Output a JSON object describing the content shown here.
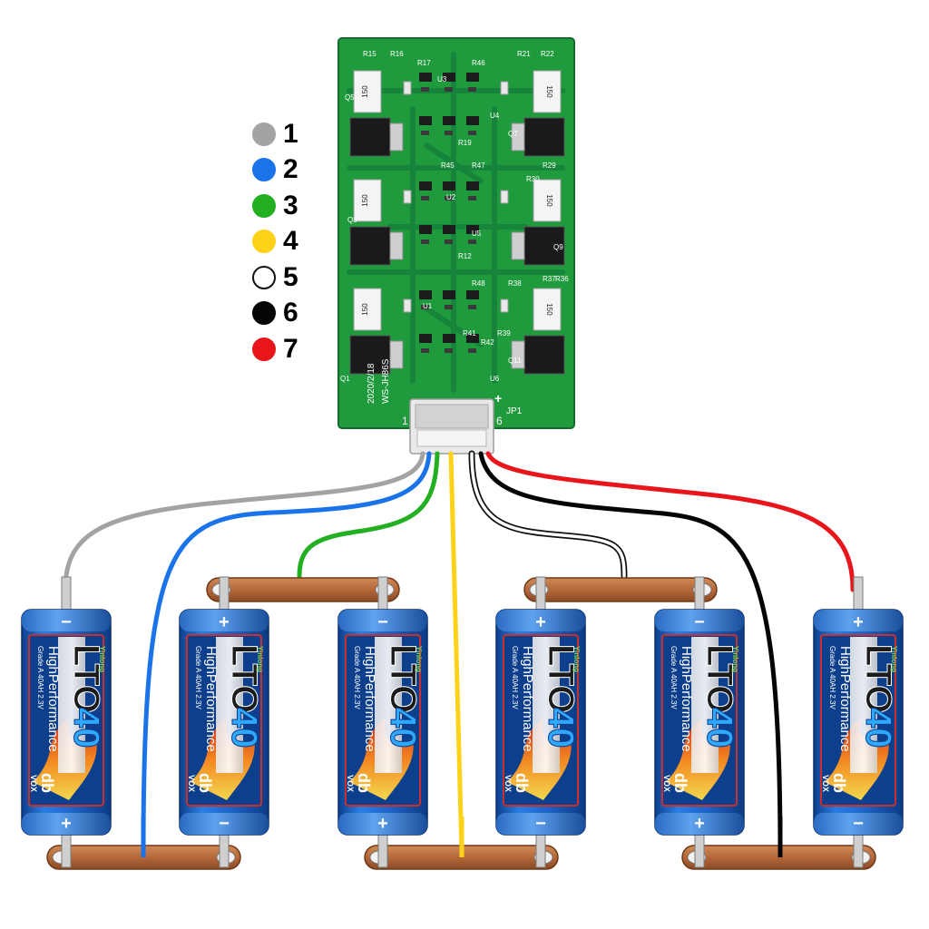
{
  "legend": [
    {
      "label": "1",
      "color": "#a3a3a3",
      "border": "#a3a3a3"
    },
    {
      "label": "2",
      "color": "#1a73e8",
      "border": "#1a73e8"
    },
    {
      "label": "3",
      "color": "#22b022",
      "border": "#22b022"
    },
    {
      "label": "4",
      "color": "#ffd21a",
      "border": "#ffd21a"
    },
    {
      "label": "5",
      "color": "#ffffff",
      "border": "#111111"
    },
    {
      "label": "6",
      "color": "#050505",
      "border": "#050505"
    },
    {
      "label": "7",
      "color": "#e8161b",
      "border": "#e8161b"
    }
  ],
  "board": {
    "silkscreen": {
      "date": "2020/2/18",
      "model": "WS-JH86S",
      "connector": "JP1",
      "pin_first": "1",
      "pin_last": "6",
      "plus": "+",
      "module_labels": [
        "R15",
        "R16",
        "R17",
        "R46",
        "R22",
        "R21",
        "R45",
        "R47",
        "R29",
        "R30",
        "R48",
        "R38",
        "R37",
        "R36",
        "Q1",
        "Q3",
        "Q5",
        "Q7",
        "Q9",
        "Q11",
        "U1",
        "U2",
        "U3",
        "U4",
        "U5",
        "U6",
        "R19",
        "R12",
        "R41",
        "R42",
        "R39"
      ],
      "resistor_value": "150"
    }
  },
  "cells": [
    {
      "brand": "LTO",
      "capacity": "40",
      "subtitle": "HighPerformance",
      "grade": "Grade A 40AH 2.3V",
      "maker": "Yinlong",
      "logo": "db",
      "logo_sub": "VOX",
      "top_terminal": "−",
      "bottom_terminal": "+"
    },
    {
      "brand": "LTO",
      "capacity": "40",
      "subtitle": "HighPerformance",
      "grade": "Grade A 40AH 2.3V",
      "maker": "Yinlong",
      "logo": "db",
      "logo_sub": "VOX",
      "top_terminal": "+",
      "bottom_terminal": "−"
    },
    {
      "brand": "LTO",
      "capacity": "40",
      "subtitle": "HighPerformance",
      "grade": "Grade A 40AH 2.3V",
      "maker": "Yinlong",
      "logo": "db",
      "logo_sub": "VOX",
      "top_terminal": "−",
      "bottom_terminal": "+"
    },
    {
      "brand": "LTO",
      "capacity": "40",
      "subtitle": "HighPerformance",
      "grade": "Grade A 40AH 2.3V",
      "maker": "Yinlong",
      "logo": "db",
      "logo_sub": "VOX",
      "top_terminal": "+",
      "bottom_terminal": "−"
    },
    {
      "brand": "LTO",
      "capacity": "40",
      "subtitle": "HighPerformance",
      "grade": "Grade A 40AH 2.3V",
      "maker": "Yinlong",
      "logo": "db",
      "logo_sub": "VOX",
      "top_terminal": "−",
      "bottom_terminal": "+"
    },
    {
      "brand": "LTO",
      "capacity": "40",
      "subtitle": "HighPerformance",
      "grade": "Grade A 40AH 2.3V",
      "maker": "Yinlong",
      "logo": "db",
      "logo_sub": "VOX",
      "top_terminal": "+",
      "bottom_terminal": "−"
    }
  ],
  "colors": {
    "pcb_green": "#1f9a3c",
    "pcb_dark": "#137a2c",
    "cell_blue": "#1f66c8",
    "cell_blue_dark": "#0e3f8c",
    "copper": "#b5683a"
  }
}
